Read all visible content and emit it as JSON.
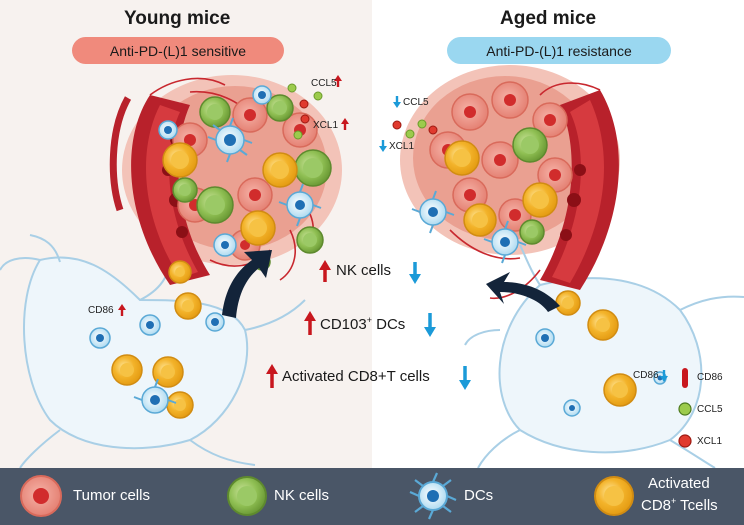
{
  "left_panel": {
    "title": "Young mice",
    "badge": "Anti-PD-(L)1 sensitive",
    "badge_color": "#f08a7c",
    "chemokine_labels": {
      "ccl5": "CCL5",
      "xcl1": "XCL1"
    },
    "cd86_label": "CD86"
  },
  "right_panel": {
    "title": "Aged mice",
    "badge": "Anti-PD-(L)1 resistance",
    "badge_color": "#9ad7f0",
    "chemokine_labels": {
      "ccl5": "CCL5",
      "xcl1": "XCL1"
    },
    "cd86_label": "CD86"
  },
  "comparisons": [
    {
      "text": "NK cells",
      "up_side": "young",
      "down_side": "aged"
    },
    {
      "text": "CD103",
      "superscript": "+",
      "suffix": "DCs",
      "up_side": "young",
      "down_side": "aged"
    },
    {
      "text": "Activated CD8+T cells",
      "up_side": "young",
      "down_side": "aged"
    }
  ],
  "side_key": [
    {
      "label": "CD86",
      "icon": "cd86-receptor-icon"
    },
    {
      "label": "CCL5",
      "icon": "green-dot-icon"
    },
    {
      "label": "XCL1",
      "icon": "red-dot-icon"
    }
  ],
  "legend": {
    "items": [
      {
        "label": "Tumor cells",
        "icon": "tumor-cell-icon"
      },
      {
        "label": "NK cells",
        "icon": "nk-cell-icon"
      },
      {
        "label": "DCs",
        "icon": "dendritic-cell-icon"
      },
      {
        "label_line1": "Activated",
        "label_line2": "CD8",
        "label_sup": "+",
        "label_line2_suffix": " Tcells",
        "icon": "cd8-t-cell-icon"
      }
    ]
  },
  "colors": {
    "up_arrow": "#c8171e",
    "down_arrow": "#1b9ad8",
    "legend_bg": "#4a5667"
  }
}
